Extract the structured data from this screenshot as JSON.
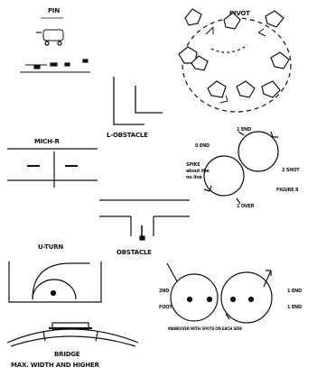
{
  "diagrams": {
    "pin": {
      "title": "PIN"
    },
    "pivot": {
      "title": "PIVOT"
    },
    "l_obstacle": {
      "title": "L-OBSTACLE"
    },
    "mich_r": {
      "title": "MICH-R"
    },
    "figure8": {
      "start_label": "1 END",
      "loop_label": "0 END",
      "center_label": [
        "SPIKE",
        "about the",
        "no line"
      ],
      "right_label_1": "2 SHOT",
      "right_label_2": "FIGURE 8",
      "bottom_label": "1 OVER"
    },
    "t_obstacle": {
      "title": "OBSTACLE"
    },
    "u_turn": {
      "title": "U-TURN"
    },
    "double": {
      "left_top": "2ND",
      "left_bottom": "FOOT",
      "right_top": "1 END",
      "right_bottom": "1 END",
      "caption": "MANEUVER WITH SPOTS ON EACH SIDE"
    },
    "bridge": {
      "title": "BRIDGE",
      "subtitle": "MAX. WIDTH AND HIGHER"
    }
  },
  "colors": {
    "ink": "#111111",
    "paper": "#ffffff"
  }
}
